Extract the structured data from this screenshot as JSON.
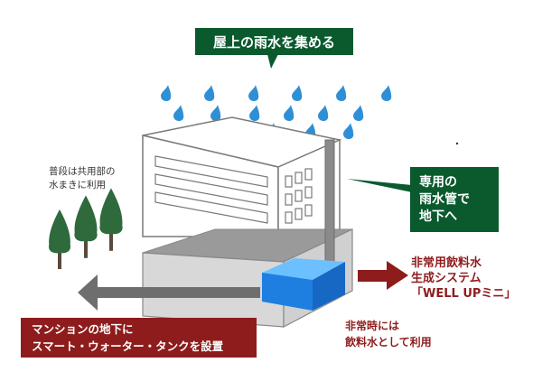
{
  "callouts": {
    "roof": "屋上の雨水を集める",
    "pipe": [
      "専用の",
      "雨水管で",
      "地下へ"
    ],
    "tank": [
      "マンションの地下に",
      "スマート・ウォーター・タンクを設置"
    ]
  },
  "labels": {
    "normal_use": [
      "普段は共用部の",
      "水まきに利用"
    ],
    "system": [
      "非常用飲料水",
      "生成システム",
      "「WELL UPミニ」"
    ],
    "emergency_use": [
      "非常時には",
      "飲料水として利用"
    ]
  },
  "colors": {
    "callout_green": "#0a5a2e",
    "callout_red": "#8e1c1c",
    "raindrop": "#2f8fd6",
    "tank_water": "#1e7fe0",
    "building_outline": "#666666",
    "tree": "#2e6a3c",
    "arrow_grey": "#6e6e6e",
    "arrow_red": "#8e1c1c"
  },
  "icons": {
    "raindrop": "raindrop-icon",
    "tree": "tree-icon",
    "water_tank": "water-tank-icon"
  }
}
